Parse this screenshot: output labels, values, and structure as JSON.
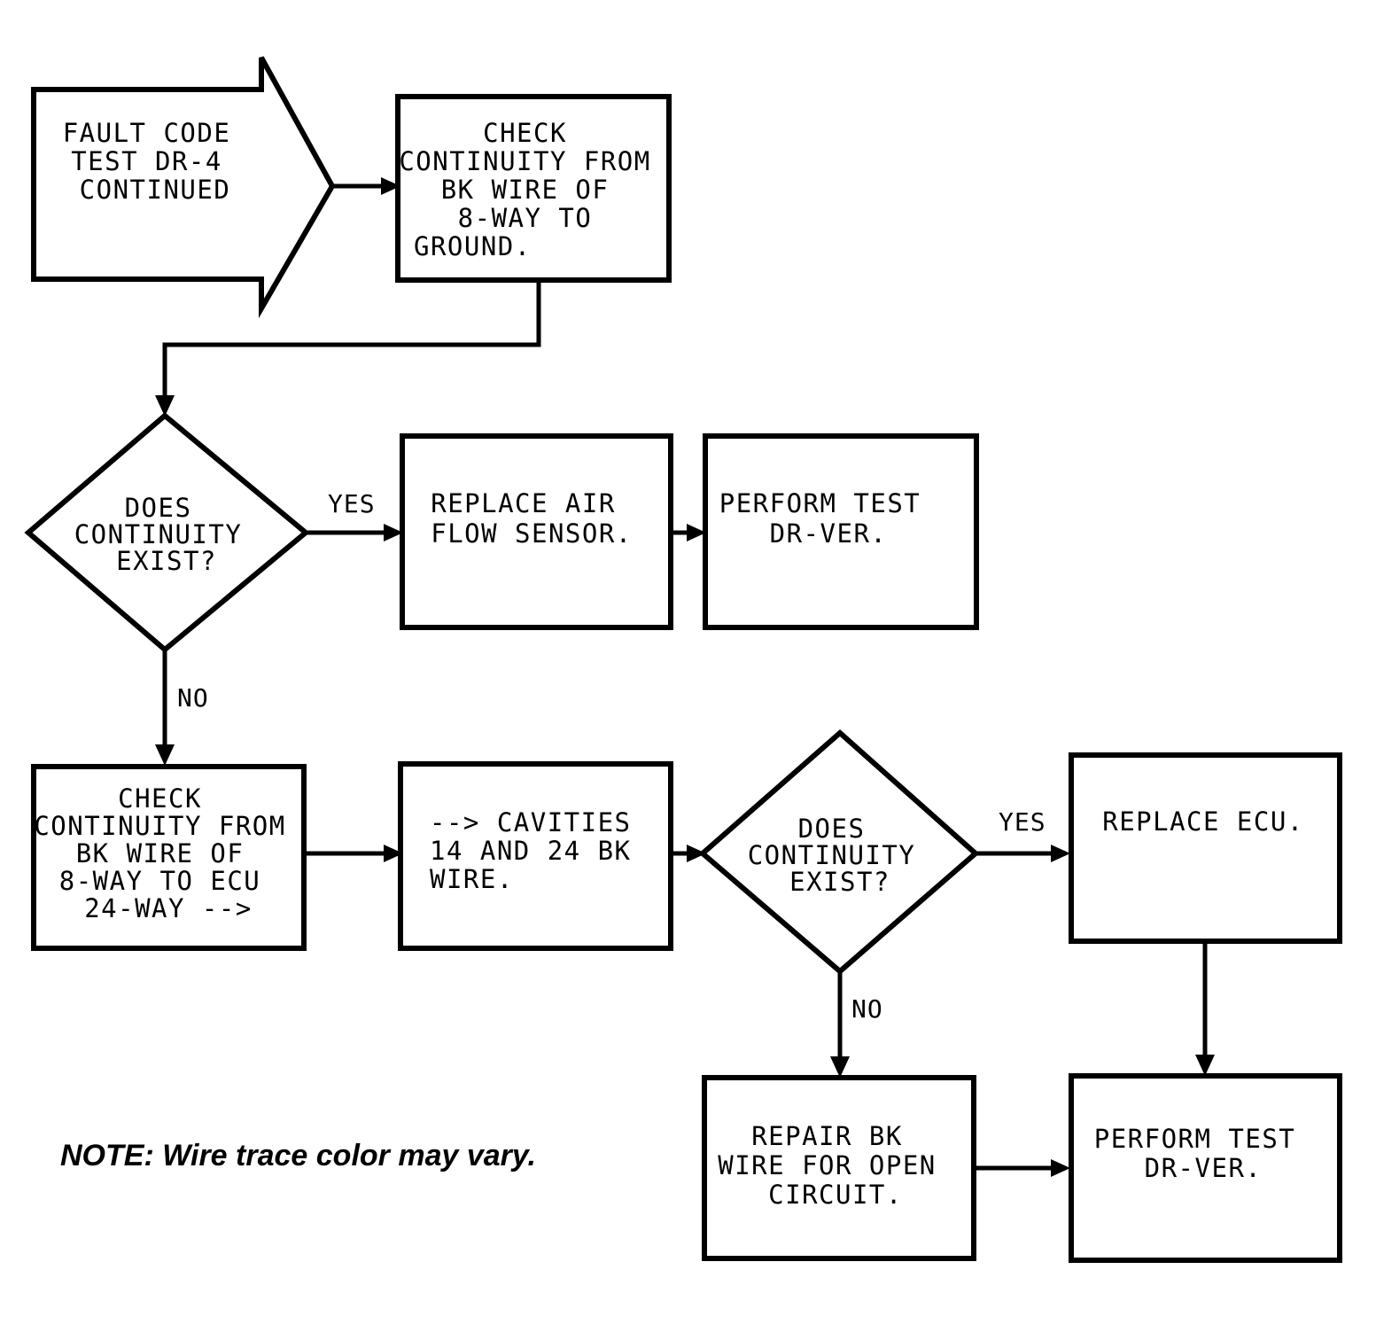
{
  "diagram": {
    "title": "FAULT CODE TEST DR-4 CONTINUED flowchart",
    "note": "NOTE: Wire trace color may vary.",
    "stroke_color": "#000000",
    "fill_color": "#ffffff",
    "nodes": {
      "start_arrow": {
        "shape": "arrow-pentagon",
        "lines": [
          "FAULT CODE",
          "TEST DR-4",
          "CONTINUED"
        ]
      },
      "check_ground": {
        "shape": "rectangle",
        "lines": [
          "CHECK",
          "CONTINUITY FROM",
          "BK WIRE OF",
          "8-WAY TO",
          "GROUND."
        ]
      },
      "decision_1": {
        "shape": "diamond",
        "lines": [
          "DOES",
          "CONTINUITY",
          "EXIST?"
        ]
      },
      "replace_air_flow_sensor": {
        "shape": "rectangle",
        "lines": [
          "REPLACE AIR",
          "FLOW SENSOR."
        ]
      },
      "perform_test_top": {
        "shape": "rectangle",
        "lines": [
          "PERFORM TEST",
          "DR-VER."
        ]
      },
      "check_ecu": {
        "shape": "rectangle",
        "lines": [
          "CHECK",
          "CONTINUITY FROM",
          "BK WIRE OF",
          "8-WAY TO ECU",
          "24-WAY -->"
        ]
      },
      "cavities": {
        "shape": "rectangle",
        "lines": [
          "--> CAVITIES",
          "14 AND 24 BK",
          "WIRE."
        ]
      },
      "decision_2": {
        "shape": "diamond",
        "lines": [
          "DOES",
          "CONTINUITY",
          "EXIST?"
        ]
      },
      "replace_ecu": {
        "shape": "rectangle",
        "lines": [
          "REPLACE ECU."
        ]
      },
      "repair_bk_wire": {
        "shape": "rectangle",
        "lines": [
          "REPAIR BK",
          "WIRE FOR OPEN",
          "CIRCUIT."
        ]
      },
      "perform_test_bottom": {
        "shape": "rectangle",
        "lines": [
          "PERFORM TEST",
          "DR-VER."
        ]
      }
    },
    "edge_labels": {
      "yes_1": "YES",
      "no_1": "NO",
      "yes_2": "YES",
      "no_2": "NO"
    }
  }
}
